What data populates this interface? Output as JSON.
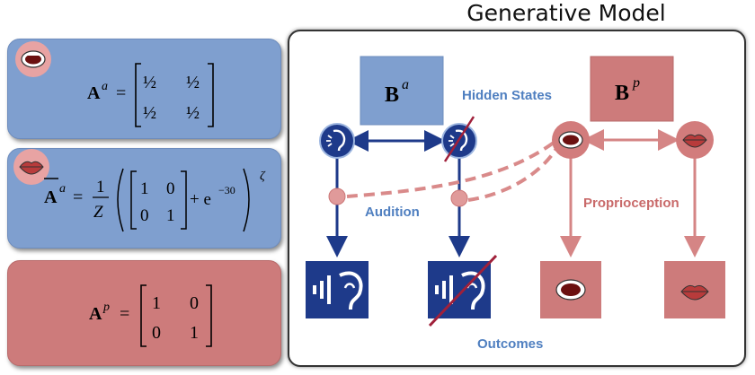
{
  "title": "Generative Model",
  "left_cards": {
    "audition_likelihood": {
      "symbol": "A",
      "superscript": "a",
      "matrix": [
        [
          "½",
          "½"
        ],
        [
          "½",
          "½"
        ]
      ]
    },
    "precise_audition": {
      "symbol": "A",
      "superscript": "a",
      "fraction_num": "1",
      "fraction_den": "Z",
      "matrix": [
        [
          "1",
          "0"
        ],
        [
          "0",
          "1"
        ]
      ],
      "plus_term": "+ e",
      "exponent": "−30",
      "outer_exponent": "ζ"
    },
    "proprio_likelihood": {
      "symbol": "A",
      "superscript": "p",
      "matrix": [
        [
          "1",
          "0"
        ],
        [
          "0",
          "1"
        ]
      ]
    }
  },
  "diagram": {
    "b_audition": {
      "symbol": "B",
      "superscript": "a"
    },
    "b_proprio": {
      "symbol": "B",
      "superscript": "p"
    },
    "labels": {
      "hidden_states": "Hidden States",
      "audition": "Audition",
      "proprioception": "Proprioception",
      "outcomes": "Outcomes"
    }
  },
  "colors": {
    "blue_card": "#7f9fcf",
    "red_card": "#cd7b7b",
    "navy": "#1e3a8a",
    "dashed_link": "#d98a8a",
    "label_blue": "#4f7fc0"
  },
  "icons": [
    "open-mouth-icon",
    "closed-lips-icon",
    "ear-listening-icon",
    "ear-crossed-icon",
    "sound-ear-icon",
    "sound-ear-crossed-icon"
  ]
}
